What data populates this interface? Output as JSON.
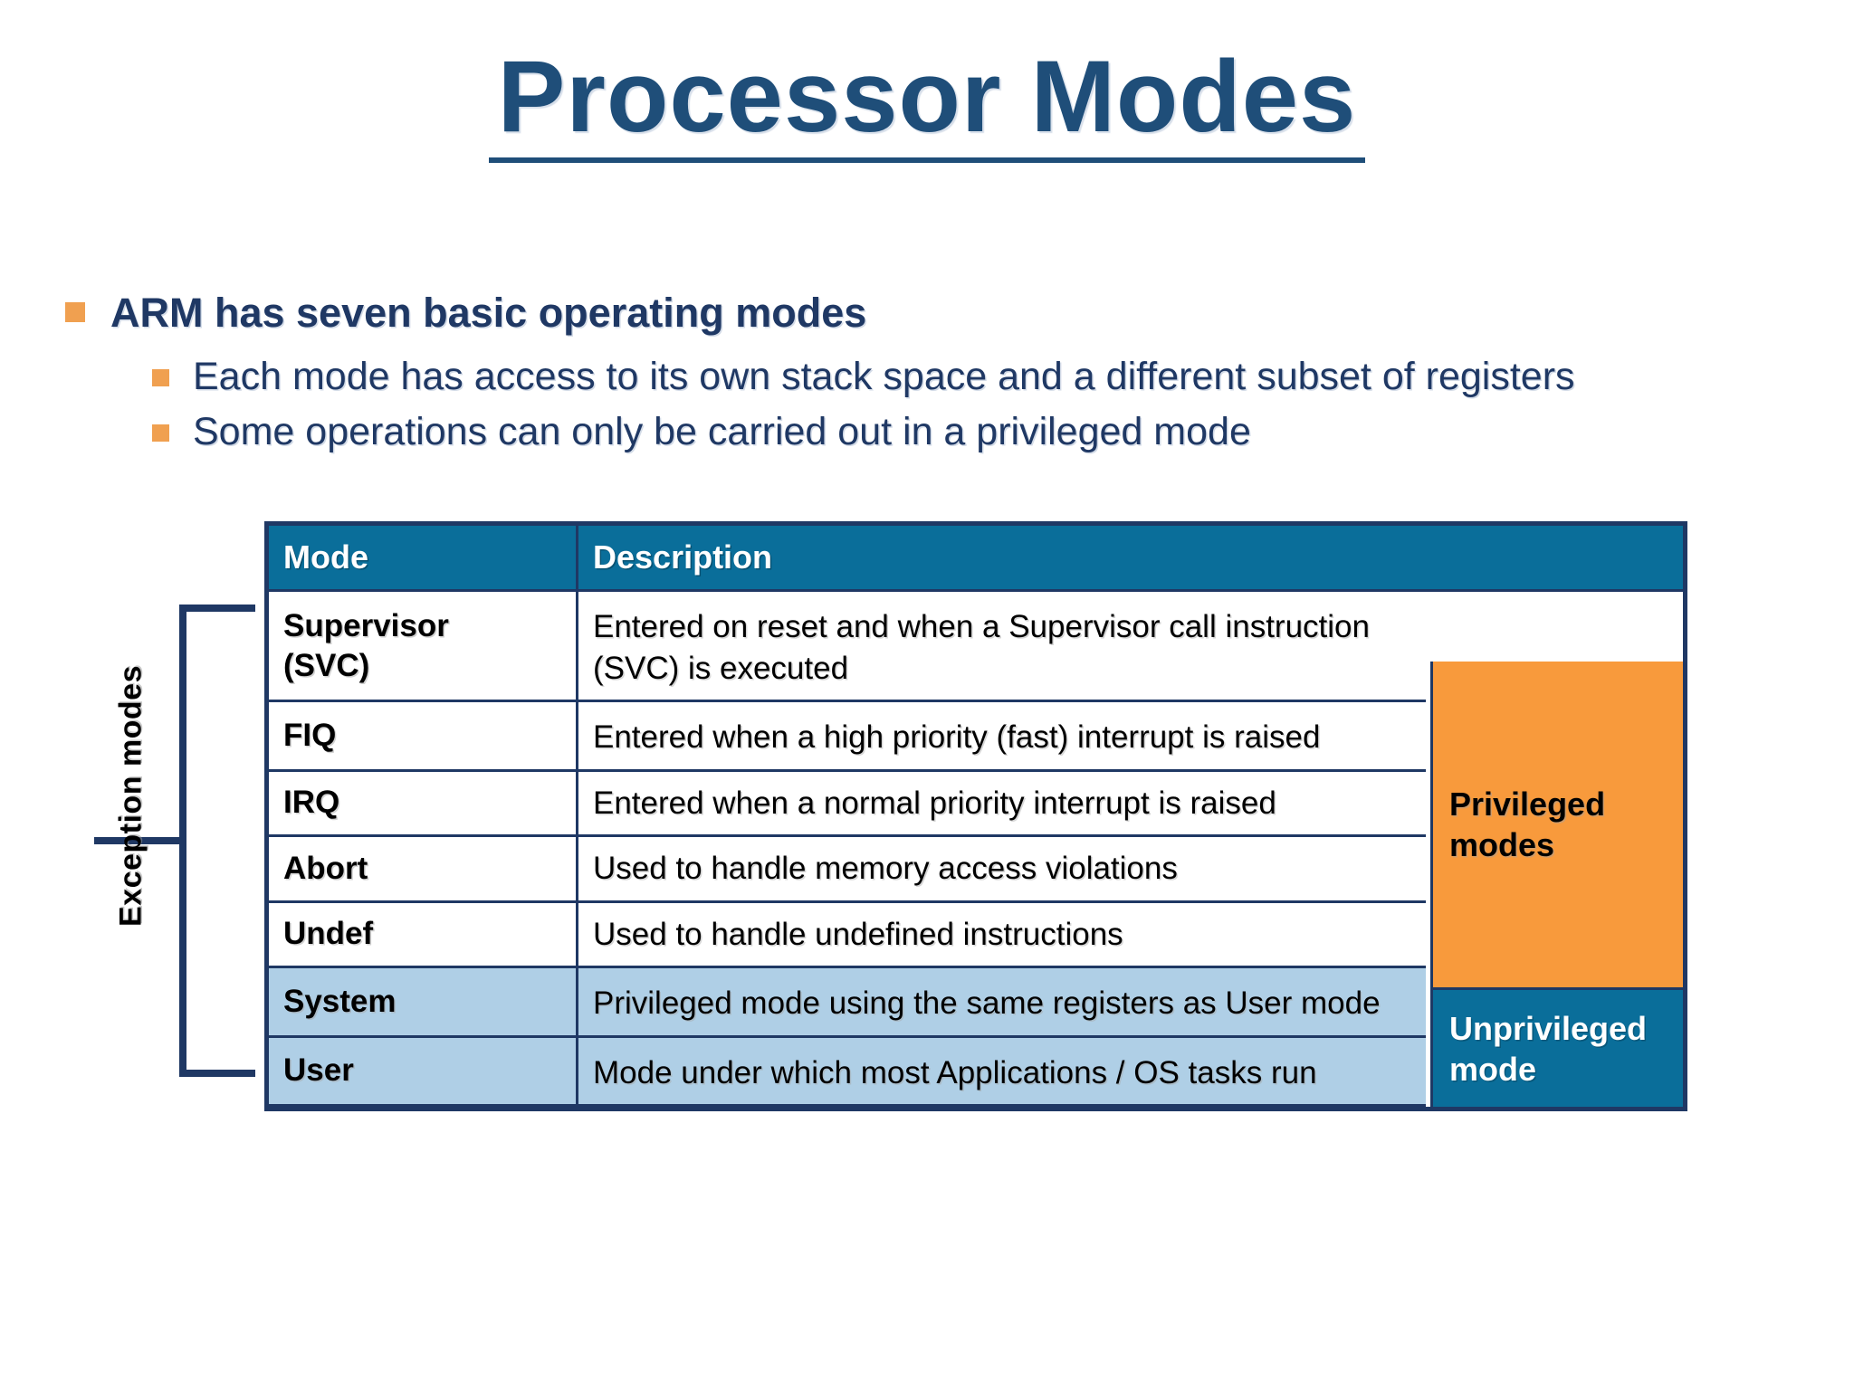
{
  "slide": {
    "title": "Processor Modes",
    "accent_blue": "#1F4E79",
    "bullet_marker_color": "#F0A050",
    "header_teal": "#0A6E9A",
    "privileged_orange": "#F89A3C",
    "row_light_blue": "#AFCFE6",
    "border_navy": "#1F3864"
  },
  "bullets": [
    {
      "level": 1,
      "text": "ARM has seven basic operating modes"
    },
    {
      "level": 2,
      "text": "Each mode has access to its own stack space and a different subset of registers"
    },
    {
      "level": 2,
      "text": "Some operations can only be carried out in a privileged mode"
    }
  ],
  "side_label": {
    "text": "Exception modes"
  },
  "table": {
    "headers": [
      "Mode",
      "Description"
    ],
    "rows": [
      {
        "mode": "Supervisor\n(SVC)",
        "mode_line1": "Supervisor",
        "mode_line2": "(SVC)",
        "description": "Entered on reset and when a Supervisor call instruction (SVC) is executed",
        "shaded": false
      },
      {
        "mode": "FIQ",
        "mode_line1": "FIQ",
        "mode_line2": "",
        "description": "Entered when a high priority (fast) interrupt is raised",
        "shaded": false
      },
      {
        "mode": "IRQ",
        "mode_line1": "IRQ",
        "mode_line2": "",
        "description": "Entered when a normal priority interrupt is raised",
        "shaded": false
      },
      {
        "mode": "Abort",
        "mode_line1": "Abort",
        "mode_line2": "",
        "description": "Used to handle memory access violations",
        "shaded": false
      },
      {
        "mode": "Undef",
        "mode_line1": "Undef",
        "mode_line2": "",
        "description": "Used to handle undefined instructions",
        "shaded": false
      },
      {
        "mode": "System",
        "mode_line1": "System",
        "mode_line2": "",
        "description": "Privileged mode using the same registers as User mode",
        "shaded": true
      },
      {
        "mode": "User",
        "mode_line1": "User",
        "mode_line2": "",
        "description": "Mode under which most Applications / OS tasks run",
        "shaded": true
      }
    ],
    "privilege_column": {
      "privileged_label": "Privileged modes",
      "unprivileged_label": "Unprivileged mode"
    }
  }
}
